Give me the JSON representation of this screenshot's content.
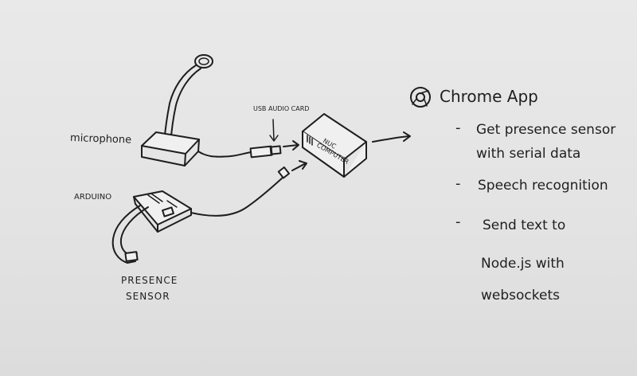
{
  "labels": {
    "microphone": "microphone",
    "usb_audio_card": "USB AUDIO CARD",
    "arduino": "ARDUINO",
    "presence_sensor_line1": "PRESENCE",
    "presence_sensor_line2": "SENSOR",
    "nuc_line1": "NUC",
    "nuc_line2": "COMPUTER"
  },
  "chrome_app": {
    "title": "Chrome App",
    "icon": "chrome-icon",
    "bullets": [
      {
        "dash": "-",
        "lines": [
          "Get presence sensor",
          "with serial data"
        ]
      },
      {
        "dash": "-",
        "lines": [
          "Speech recognition"
        ]
      },
      {
        "dash": "-",
        "lines": [
          "Send text to",
          "Node.js with",
          "websockets"
        ]
      }
    ]
  },
  "colors": {
    "paper": "#e6e6e6",
    "ink": "#1e1e1e"
  }
}
